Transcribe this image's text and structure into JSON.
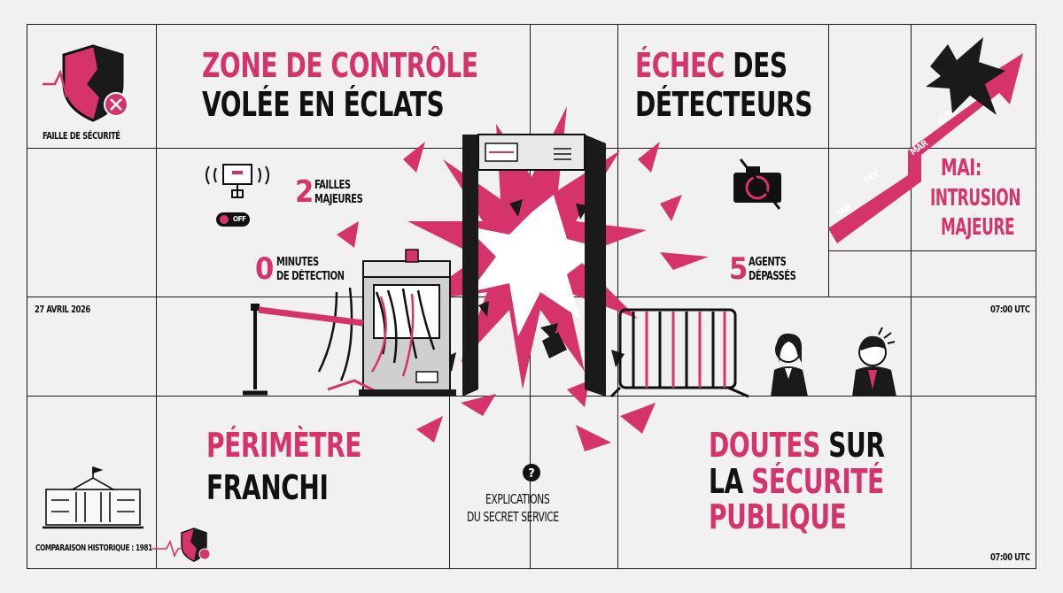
{
  "colors": {
    "accent": "#d6336c",
    "ink": "#111111",
    "background": "#f1f1f1"
  },
  "badge": {
    "label": "FAILLE DE SÉCURITÉ",
    "icon": "shield-broken-icon"
  },
  "headline_1": {
    "line1": "ZONE DE CONTRÔLE",
    "line2": "VOLÉE EN ÉCLATS"
  },
  "headline_2": {
    "word_pink": "ÉCHEC",
    "rest_line1": "DES",
    "line2": "DÉTECTEURS"
  },
  "headline_3": {
    "line1": "PÉRIMÈTRE",
    "line2": "FRANCHI"
  },
  "headline_4": {
    "word_pink_1": "DOUTES",
    "rest_line1": "SUR",
    "line2_prefix": "LA",
    "word_pink_2": "SÉCURITÉ",
    "line3": "PUBLIQUE"
  },
  "stats": [
    {
      "value": "2",
      "line1": "FAILLES",
      "line2": "MAJEURES"
    },
    {
      "value": "0",
      "line1": "MINUTES",
      "line2": "DE DÉTECTION"
    },
    {
      "value": "5",
      "line1": "AGENTS",
      "line2": "DÉPASSÉS"
    }
  ],
  "alarm": {
    "state": "OFF",
    "icon": "alarm-off-icon"
  },
  "camera_icon": "camera-disabled-icon",
  "timeline": {
    "months": [
      "JAN",
      "FÉV",
      "MAR",
      "AVR"
    ],
    "result_line1": "MAI:",
    "result_line2": "INTRUSION",
    "result_line3": "MAJEURE"
  },
  "date": "27 AVRIL 2026",
  "time_1": "07:00 UTC",
  "time_2": "07:00 UTC",
  "question": {
    "icon": "question-icon",
    "line1": "EXPLICATIONS",
    "line2": "DU SECRET SERVICE"
  },
  "comparison": {
    "label": "COMPARAISON HISTORIQUE : 1981",
    "icon": "white-house-icon"
  }
}
